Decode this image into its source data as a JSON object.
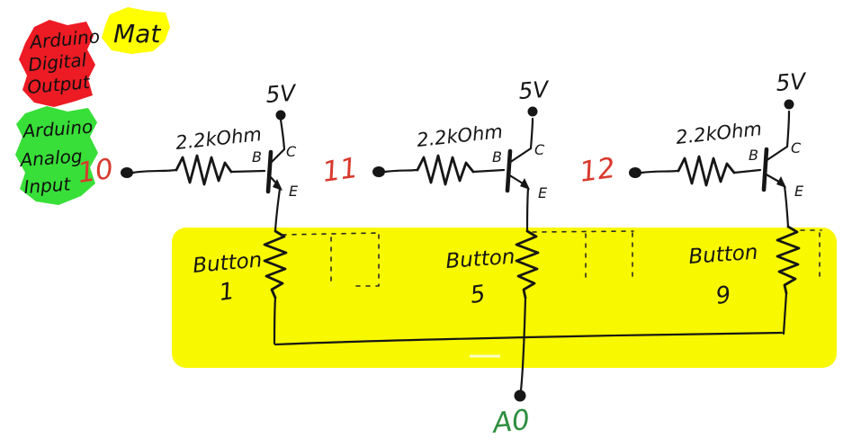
{
  "legend": {
    "digital_output": {
      "lines": [
        "Arduino",
        "Digital",
        "Output"
      ],
      "highlight_color": "#ed1b24"
    },
    "mat": {
      "label": "Mat",
      "highlight_color": "#ffff00"
    },
    "analog_input": {
      "lines": [
        "Arduino",
        "Analog",
        "Input"
      ],
      "highlight_color": "#38df38"
    }
  },
  "mat_region": {
    "color": "#f8f800"
  },
  "circuits": [
    {
      "pin": "10",
      "resistor_label": "2.2kOhm",
      "supply_label": "5V",
      "transistor": {
        "base": "B",
        "collector": "C",
        "emitter": "E"
      },
      "button": {
        "word": "Button",
        "number": "1"
      }
    },
    {
      "pin": "11",
      "resistor_label": "2.2kOhm",
      "supply_label": "5V",
      "transistor": {
        "base": "B",
        "collector": "C",
        "emitter": "E"
      },
      "button": {
        "word": "Button",
        "number": "5"
      }
    },
    {
      "pin": "12",
      "resistor_label": "2.2kOhm",
      "supply_label": "5V",
      "transistor": {
        "base": "B",
        "collector": "C",
        "emitter": "E"
      },
      "button": {
        "word": "Button",
        "number": "9"
      }
    }
  ],
  "analog_pin": {
    "label": "A0",
    "color": "#2f8f3f"
  },
  "ink_color": "#161616",
  "pin_number_color": "#d93a2e"
}
